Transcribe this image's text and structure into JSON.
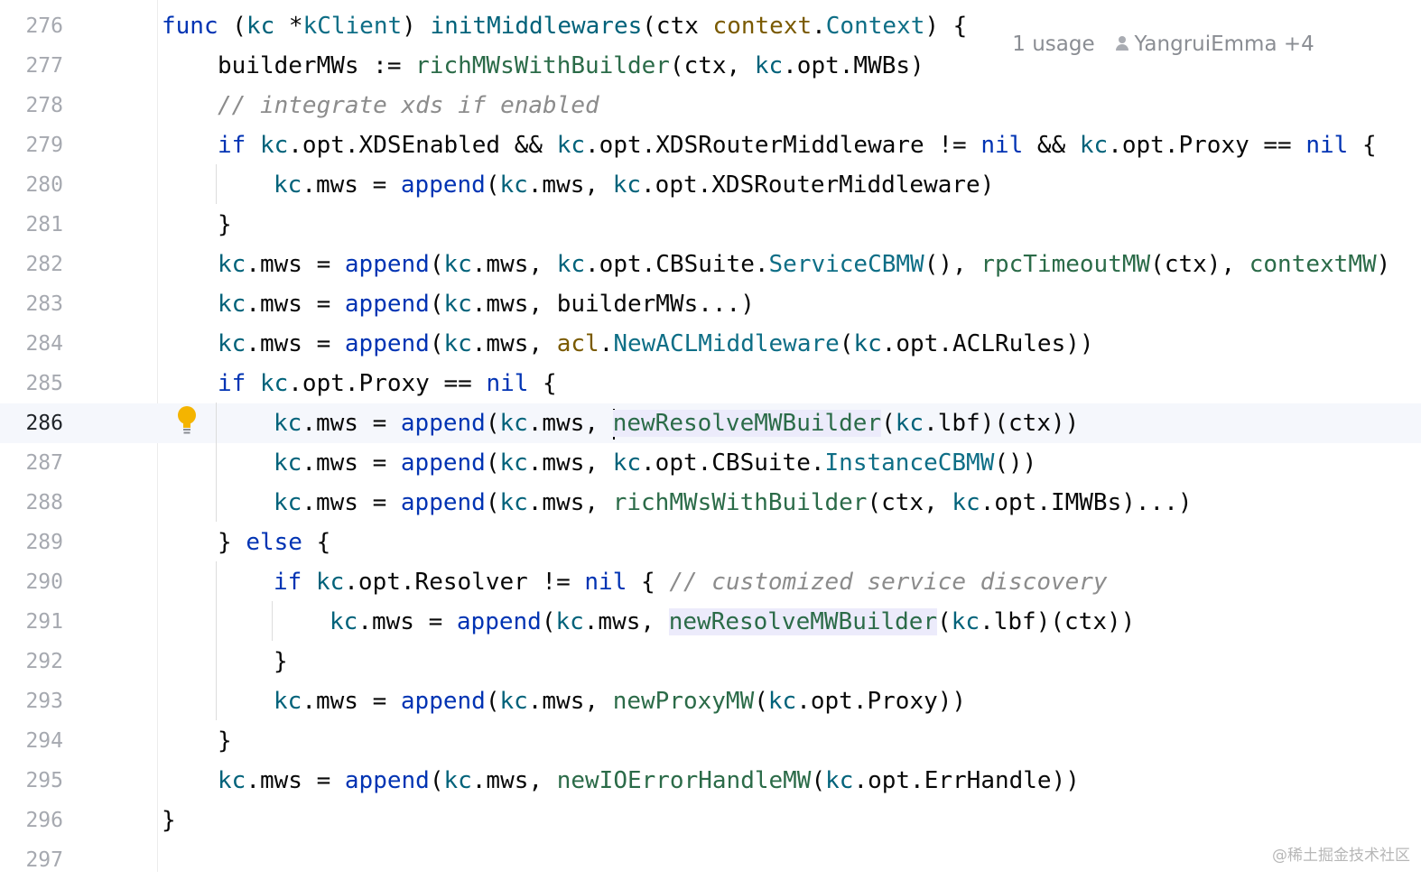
{
  "editor": {
    "current_line": "286",
    "inlay_hint": {
      "usage": "1 usage",
      "author": "YangruiEmma +4"
    },
    "lines": [
      {
        "number": "276",
        "indent": 0,
        "tokens": [
          {
            "t": "func",
            "c": "kw"
          },
          {
            "t": " (",
            "c": "pl"
          },
          {
            "t": "kc",
            "c": "var"
          },
          {
            "t": " *",
            "c": "pl"
          },
          {
            "t": "kClient",
            "c": "ty"
          },
          {
            "t": ") ",
            "c": "pl"
          },
          {
            "t": "initMiddlewares",
            "c": "fn"
          },
          {
            "t": "(ctx ",
            "c": "pl"
          },
          {
            "t": "context",
            "c": "pk"
          },
          {
            "t": ".",
            "c": "pl"
          },
          {
            "t": "Context",
            "c": "ty"
          },
          {
            "t": ") {",
            "c": "pl"
          }
        ]
      },
      {
        "number": "277",
        "indent": 1,
        "tokens": [
          {
            "t": "builderMWs := ",
            "c": "pl"
          },
          {
            "t": "richMWsWithBuilder",
            "c": "fc"
          },
          {
            "t": "(ctx, ",
            "c": "pl"
          },
          {
            "t": "kc",
            "c": "var"
          },
          {
            "t": ".opt.MWBs)",
            "c": "pl"
          }
        ]
      },
      {
        "number": "278",
        "indent": 1,
        "tokens": [
          {
            "t": "// integrate xds if enabled",
            "c": "cm"
          }
        ]
      },
      {
        "number": "279",
        "indent": 1,
        "tokens": [
          {
            "t": "if",
            "c": "kw"
          },
          {
            "t": " ",
            "c": "pl"
          },
          {
            "t": "kc",
            "c": "var"
          },
          {
            "t": ".opt.XDSEnabled && ",
            "c": "pl"
          },
          {
            "t": "kc",
            "c": "var"
          },
          {
            "t": ".opt.XDSRouterMiddleware != ",
            "c": "pl"
          },
          {
            "t": "nil",
            "c": "kw"
          },
          {
            "t": " && ",
            "c": "pl"
          },
          {
            "t": "kc",
            "c": "var"
          },
          {
            "t": ".opt.Proxy == ",
            "c": "pl"
          },
          {
            "t": "nil",
            "c": "kw"
          },
          {
            "t": " {",
            "c": "pl"
          }
        ]
      },
      {
        "number": "280",
        "indent": 2,
        "tokens": [
          {
            "t": "kc",
            "c": "var"
          },
          {
            "t": ".mws = ",
            "c": "pl"
          },
          {
            "t": "append",
            "c": "kw"
          },
          {
            "t": "(",
            "c": "pl"
          },
          {
            "t": "kc",
            "c": "var"
          },
          {
            "t": ".mws, ",
            "c": "pl"
          },
          {
            "t": "kc",
            "c": "var"
          },
          {
            "t": ".opt.XDSRouterMiddleware)",
            "c": "pl"
          }
        ]
      },
      {
        "number": "281",
        "indent": 1,
        "tokens": [
          {
            "t": "}",
            "c": "pl"
          }
        ]
      },
      {
        "number": "282",
        "indent": 1,
        "tokens": [
          {
            "t": "kc",
            "c": "var"
          },
          {
            "t": ".mws = ",
            "c": "pl"
          },
          {
            "t": "append",
            "c": "kw"
          },
          {
            "t": "(",
            "c": "pl"
          },
          {
            "t": "kc",
            "c": "var"
          },
          {
            "t": ".mws, ",
            "c": "pl"
          },
          {
            "t": "kc",
            "c": "var"
          },
          {
            "t": ".opt.CBSuite.",
            "c": "pl"
          },
          {
            "t": "ServiceCBMW",
            "c": "ty"
          },
          {
            "t": "(), ",
            "c": "pl"
          },
          {
            "t": "rpcTimeoutMW",
            "c": "fc"
          },
          {
            "t": "(ctx), ",
            "c": "pl"
          },
          {
            "t": "contextMW",
            "c": "fc"
          },
          {
            "t": ")",
            "c": "pl"
          }
        ]
      },
      {
        "number": "283",
        "indent": 1,
        "tokens": [
          {
            "t": "kc",
            "c": "var"
          },
          {
            "t": ".mws = ",
            "c": "pl"
          },
          {
            "t": "append",
            "c": "kw"
          },
          {
            "t": "(",
            "c": "pl"
          },
          {
            "t": "kc",
            "c": "var"
          },
          {
            "t": ".mws, builderMWs...)",
            "c": "pl"
          }
        ]
      },
      {
        "number": "284",
        "indent": 1,
        "tokens": [
          {
            "t": "kc",
            "c": "var"
          },
          {
            "t": ".mws = ",
            "c": "pl"
          },
          {
            "t": "append",
            "c": "kw"
          },
          {
            "t": "(",
            "c": "pl"
          },
          {
            "t": "kc",
            "c": "var"
          },
          {
            "t": ".mws, ",
            "c": "pl"
          },
          {
            "t": "acl",
            "c": "pk"
          },
          {
            "t": ".",
            "c": "pl"
          },
          {
            "t": "NewACLMiddleware",
            "c": "ty"
          },
          {
            "t": "(",
            "c": "pl"
          },
          {
            "t": "kc",
            "c": "var"
          },
          {
            "t": ".opt.ACLRules))",
            "c": "pl"
          }
        ]
      },
      {
        "number": "285",
        "indent": 1,
        "tokens": [
          {
            "t": "if",
            "c": "kw"
          },
          {
            "t": " ",
            "c": "pl"
          },
          {
            "t": "kc",
            "c": "var"
          },
          {
            "t": ".opt.Proxy == ",
            "c": "pl"
          },
          {
            "t": "nil",
            "c": "kw"
          },
          {
            "t": " {",
            "c": "pl"
          }
        ]
      },
      {
        "number": "286",
        "indent": 2,
        "tokens": [
          {
            "t": "kc",
            "c": "var"
          },
          {
            "t": ".mws = ",
            "c": "pl"
          },
          {
            "t": "append",
            "c": "kw"
          },
          {
            "t": "(",
            "c": "pl"
          },
          {
            "t": "kc",
            "c": "var"
          },
          {
            "t": ".mws, ",
            "c": "pl"
          },
          {
            "t": "newResolveMWBuilder",
            "c": "fc",
            "hl": true,
            "caret": true
          },
          {
            "t": "(",
            "c": "pl"
          },
          {
            "t": "kc",
            "c": "var"
          },
          {
            "t": ".lbf)(ctx))",
            "c": "pl"
          }
        ]
      },
      {
        "number": "287",
        "indent": 2,
        "tokens": [
          {
            "t": "kc",
            "c": "var"
          },
          {
            "t": ".mws = ",
            "c": "pl"
          },
          {
            "t": "append",
            "c": "kw"
          },
          {
            "t": "(",
            "c": "pl"
          },
          {
            "t": "kc",
            "c": "var"
          },
          {
            "t": ".mws, ",
            "c": "pl"
          },
          {
            "t": "kc",
            "c": "var"
          },
          {
            "t": ".opt.CBSuite.",
            "c": "pl"
          },
          {
            "t": "InstanceCBMW",
            "c": "ty"
          },
          {
            "t": "())",
            "c": "pl"
          }
        ]
      },
      {
        "number": "288",
        "indent": 2,
        "tokens": [
          {
            "t": "kc",
            "c": "var"
          },
          {
            "t": ".mws = ",
            "c": "pl"
          },
          {
            "t": "append",
            "c": "kw"
          },
          {
            "t": "(",
            "c": "pl"
          },
          {
            "t": "kc",
            "c": "var"
          },
          {
            "t": ".mws, ",
            "c": "pl"
          },
          {
            "t": "richMWsWithBuilder",
            "c": "fc"
          },
          {
            "t": "(ctx, ",
            "c": "pl"
          },
          {
            "t": "kc",
            "c": "var"
          },
          {
            "t": ".opt.IMWBs)...)",
            "c": "pl"
          }
        ]
      },
      {
        "number": "289",
        "indent": 1,
        "tokens": [
          {
            "t": "} ",
            "c": "pl"
          },
          {
            "t": "else",
            "c": "kw"
          },
          {
            "t": " {",
            "c": "pl"
          }
        ]
      },
      {
        "number": "290",
        "indent": 2,
        "tokens": [
          {
            "t": "if",
            "c": "kw"
          },
          {
            "t": " ",
            "c": "pl"
          },
          {
            "t": "kc",
            "c": "var"
          },
          {
            "t": ".opt.Resolver != ",
            "c": "pl"
          },
          {
            "t": "nil",
            "c": "kw"
          },
          {
            "t": " { ",
            "c": "pl"
          },
          {
            "t": "// customized service discovery",
            "c": "cm"
          }
        ]
      },
      {
        "number": "291",
        "indent": 3,
        "tokens": [
          {
            "t": "kc",
            "c": "var"
          },
          {
            "t": ".mws = ",
            "c": "pl"
          },
          {
            "t": "append",
            "c": "kw"
          },
          {
            "t": "(",
            "c": "pl"
          },
          {
            "t": "kc",
            "c": "var"
          },
          {
            "t": ".mws, ",
            "c": "pl"
          },
          {
            "t": "newResolveMWBuilder",
            "c": "fc",
            "hl": true
          },
          {
            "t": "(",
            "c": "pl"
          },
          {
            "t": "kc",
            "c": "var"
          },
          {
            "t": ".lbf)(ctx))",
            "c": "pl"
          }
        ]
      },
      {
        "number": "292",
        "indent": 2,
        "tokens": [
          {
            "t": "}",
            "c": "pl"
          }
        ]
      },
      {
        "number": "293",
        "indent": 2,
        "tokens": [
          {
            "t": "kc",
            "c": "var"
          },
          {
            "t": ".mws = ",
            "c": "pl"
          },
          {
            "t": "append",
            "c": "kw"
          },
          {
            "t": "(",
            "c": "pl"
          },
          {
            "t": "kc",
            "c": "var"
          },
          {
            "t": ".mws, ",
            "c": "pl"
          },
          {
            "t": "newProxyMW",
            "c": "fc"
          },
          {
            "t": "(",
            "c": "pl"
          },
          {
            "t": "kc",
            "c": "var"
          },
          {
            "t": ".opt.Proxy))",
            "c": "pl"
          }
        ]
      },
      {
        "number": "294",
        "indent": 1,
        "tokens": [
          {
            "t": "}",
            "c": "pl"
          }
        ]
      },
      {
        "number": "295",
        "indent": 1,
        "tokens": [
          {
            "t": "kc",
            "c": "var"
          },
          {
            "t": ".mws = ",
            "c": "pl"
          },
          {
            "t": "append",
            "c": "kw"
          },
          {
            "t": "(",
            "c": "pl"
          },
          {
            "t": "kc",
            "c": "var"
          },
          {
            "t": ".mws, ",
            "c": "pl"
          },
          {
            "t": "newIOErrorHandleMW",
            "c": "fc"
          },
          {
            "t": "(",
            "c": "pl"
          },
          {
            "t": "kc",
            "c": "var"
          },
          {
            "t": ".opt.ErrHandle))",
            "c": "pl"
          }
        ]
      },
      {
        "number": "296",
        "indent": 0,
        "tokens": [
          {
            "t": "}",
            "c": "pl"
          }
        ]
      },
      {
        "number": "297",
        "indent": 0,
        "tokens": []
      }
    ]
  },
  "watermark": "@稀土掘金技术社区",
  "colors": {
    "keyword": "#0033b3",
    "identifier": "#00627a",
    "function_call": "#2b6b48",
    "package": "#7a5a00",
    "comment": "#8c8c8c",
    "usage_highlight": "#ecebfb",
    "current_line": "#f5f7fc",
    "bulb": "#f4b400"
  },
  "icons": {
    "intention_bulb": "lightbulb-icon",
    "author": "user-icon"
  }
}
